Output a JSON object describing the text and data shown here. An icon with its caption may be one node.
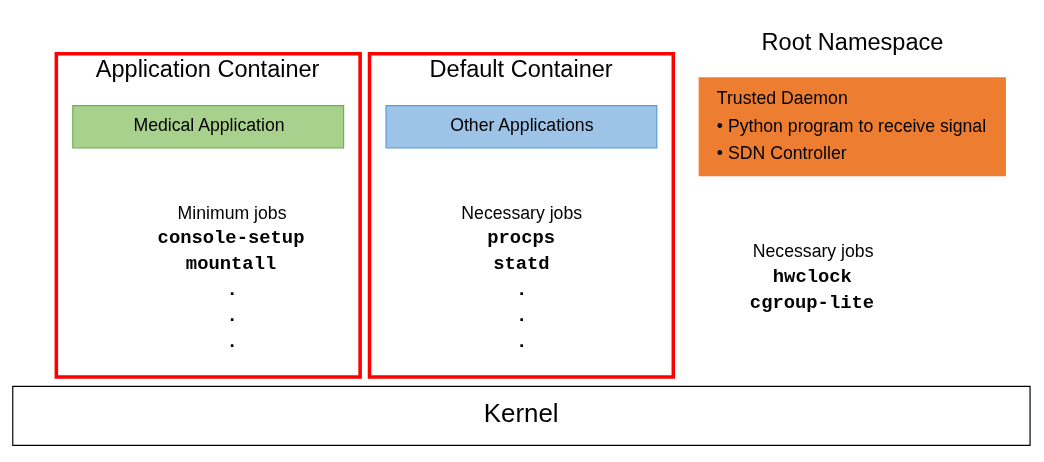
{
  "diagram": {
    "nodes": [
      {
        "text": [
          "Application Container",
          "Minimum jobs",
          "console-setup",
          "mountall",
          ".",
          ".",
          "."
        ]
      },
      {
        "text": [
          "Medical Application"
        ],
        "in": 0
      },
      {
        "text": [
          "Default Container",
          "Necessary jobs",
          "procps",
          "statd",
          ".",
          ".",
          "."
        ]
      },
      {
        "text": [
          "Other Applications"
        ],
        "in": 2
      },
      {
        "text": [
          "Trusted Daemon",
          "• Python program to receive signal",
          "• SDN Controller"
        ]
      },
      {
        "text": [
          "Kernel"
        ]
      }
    ],
    "edges": [],
    "labels": [
      "Root Namespace",
      "Necessary jobs",
      "hwclock",
      "cgroup-lite"
    ]
  }
}
